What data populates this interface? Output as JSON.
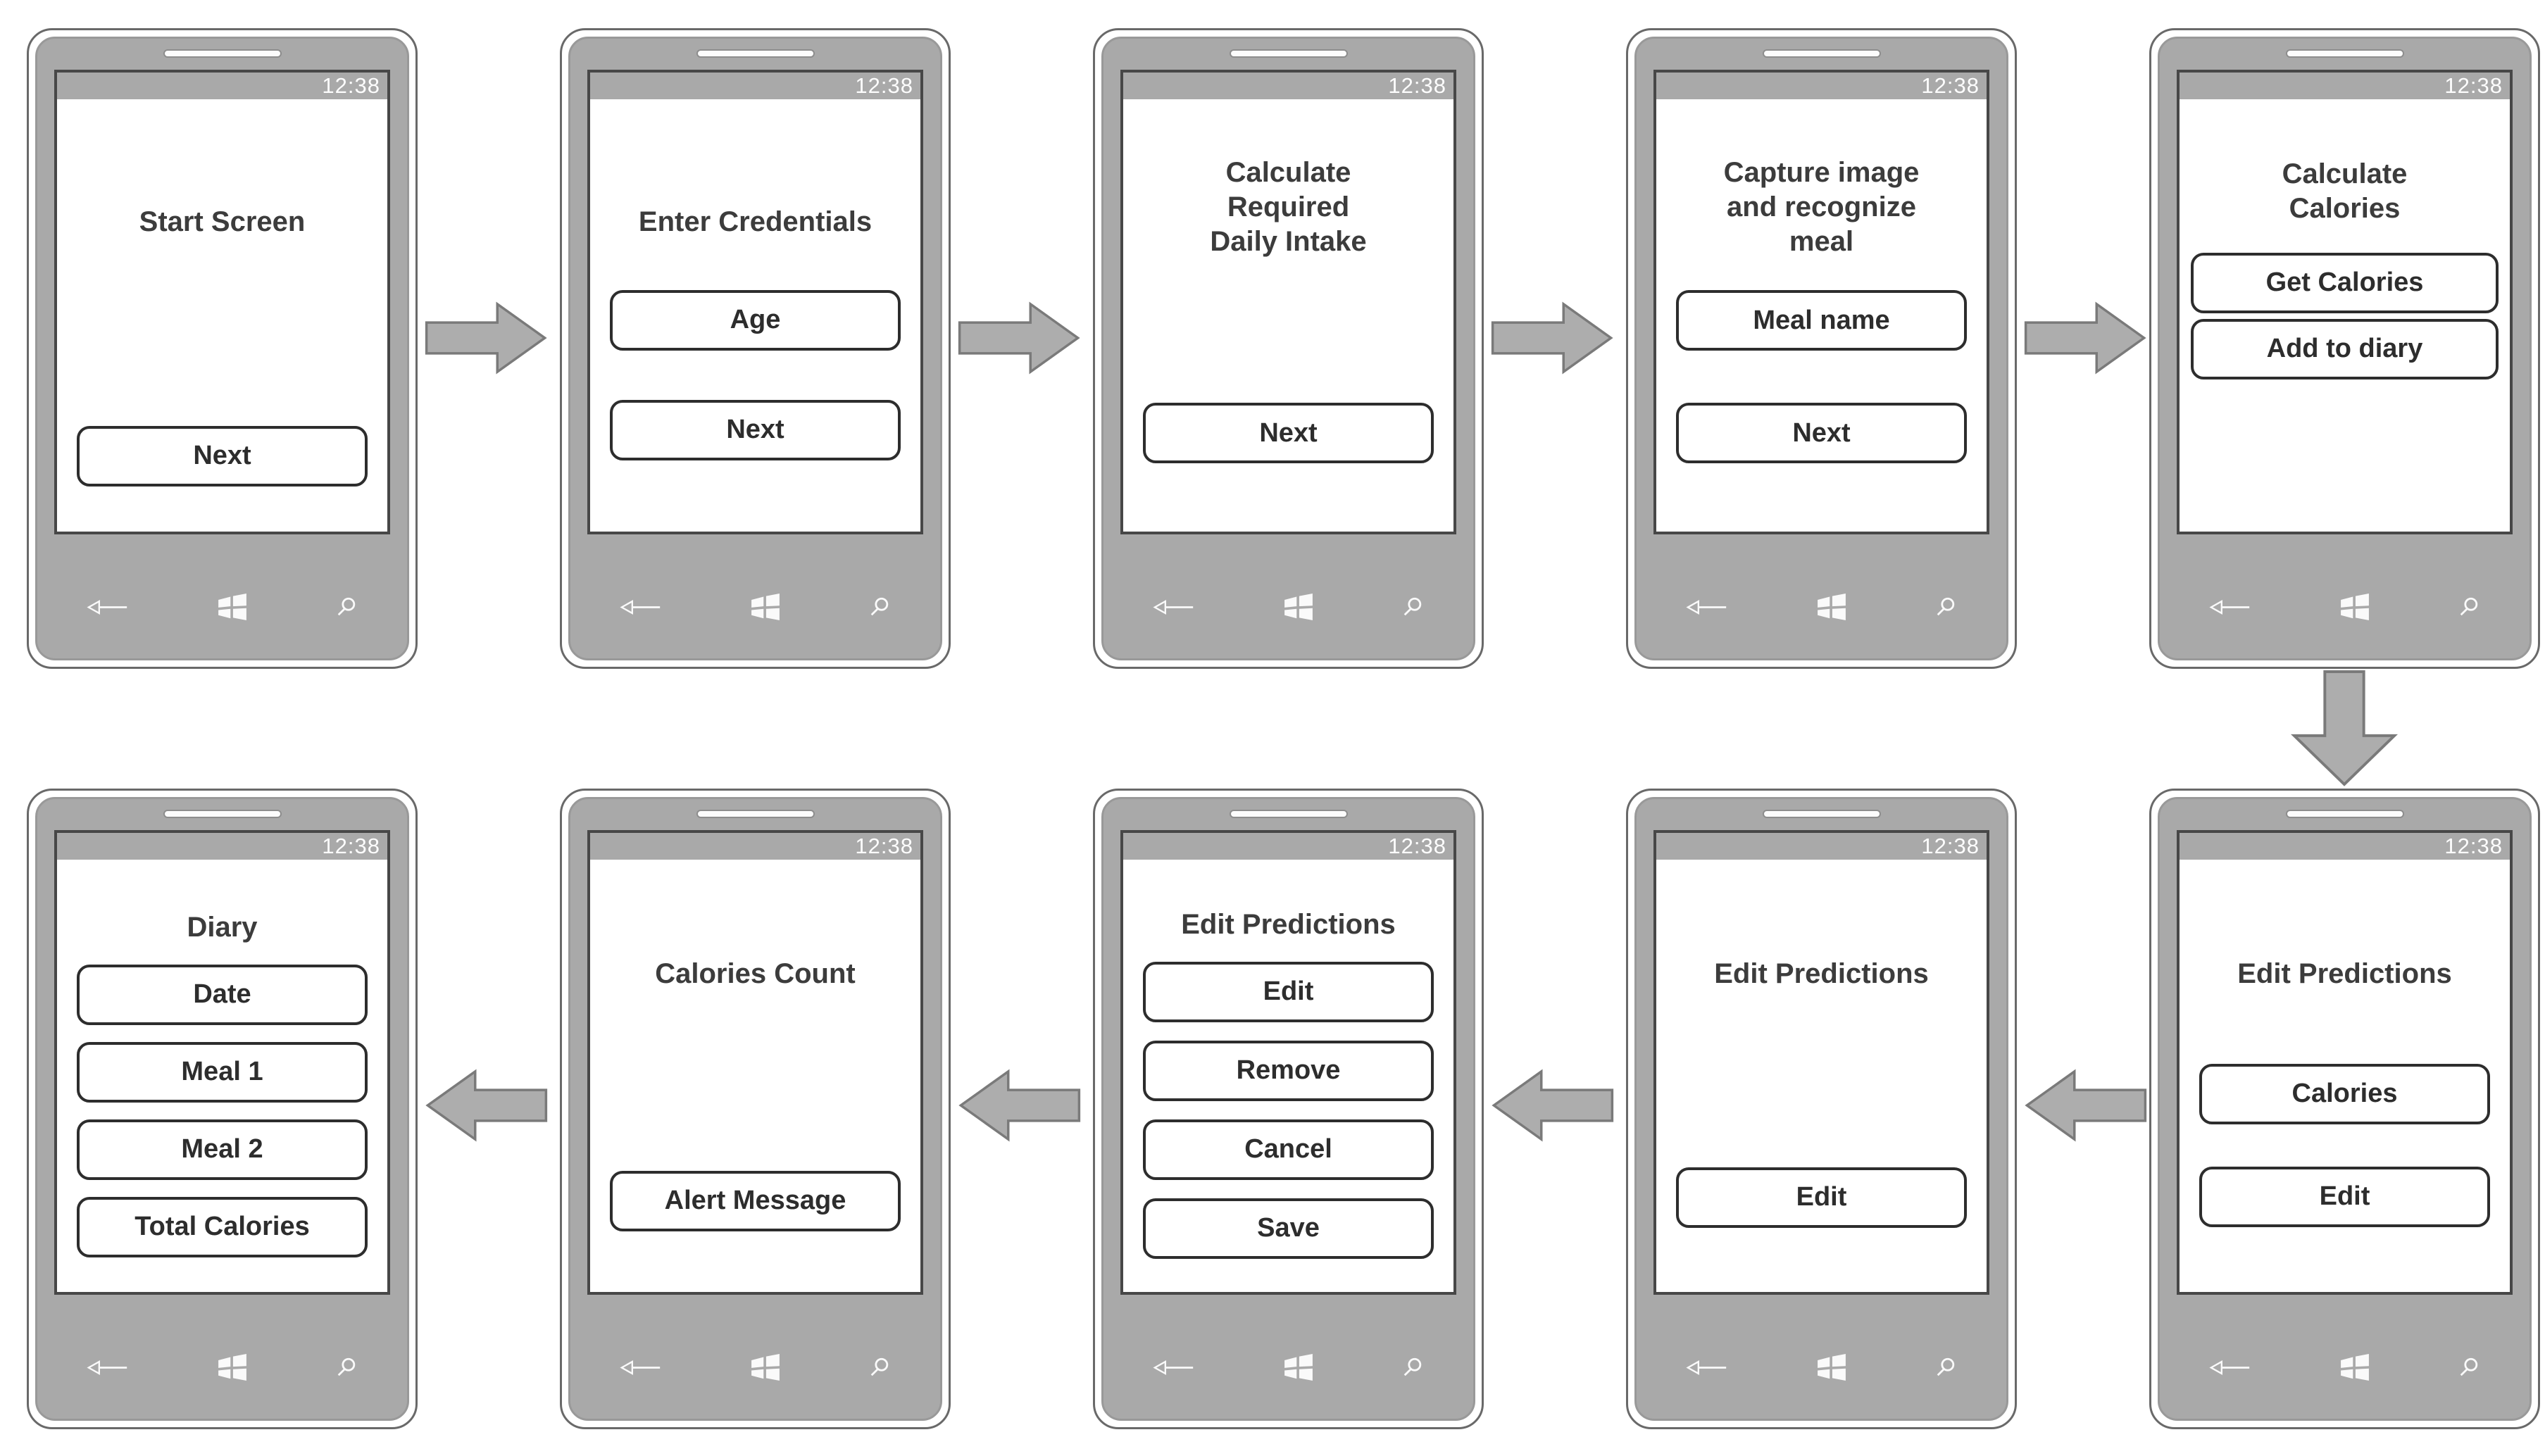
{
  "status_bar": {
    "time": "12:38"
  },
  "phones": [
    {
      "id": "start-screen",
      "title": "Start Screen",
      "buttons": [
        "Next"
      ]
    },
    {
      "id": "enter-credentials",
      "title": "Enter Credentials",
      "buttons": [
        "Age",
        "Next"
      ]
    },
    {
      "id": "calculate-required-daily-intake",
      "title": "Calculate\nRequired\nDaily Intake",
      "buttons": [
        "Next"
      ]
    },
    {
      "id": "capture-image-recognize-meal",
      "title": "Capture image\nand recognize\nmeal",
      "buttons": [
        "Meal name",
        "Next"
      ]
    },
    {
      "id": "calculate-calories",
      "title": "Calculate\nCalories",
      "buttons": [
        "Get Calories",
        "Add to diary"
      ]
    },
    {
      "id": "diary",
      "title": "Diary",
      "buttons": [
        "Date",
        "Meal 1",
        "Meal 2",
        "Total Calories"
      ]
    },
    {
      "id": "calories-count",
      "title": "Calories Count",
      "buttons": [
        "Alert Message"
      ]
    },
    {
      "id": "edit-predictions-actions",
      "title": "Edit Predictions",
      "buttons": [
        "Edit",
        "Remove",
        "Cancel",
        "Save"
      ]
    },
    {
      "id": "edit-predictions-edit",
      "title": "Edit Predictions",
      "buttons": [
        "Edit"
      ]
    },
    {
      "id": "edit-predictions-calories",
      "title": "Edit Predictions",
      "buttons": [
        "Calories",
        "Edit"
      ]
    }
  ],
  "flow": {
    "arrows": [
      {
        "from": "start-screen",
        "to": "enter-credentials",
        "direction": "right"
      },
      {
        "from": "enter-credentials",
        "to": "calculate-required-daily-intake",
        "direction": "right"
      },
      {
        "from": "calculate-required-daily-intake",
        "to": "capture-image-recognize-meal",
        "direction": "right"
      },
      {
        "from": "capture-image-recognize-meal",
        "to": "calculate-calories",
        "direction": "right"
      },
      {
        "from": "calculate-calories",
        "to": "edit-predictions-calories",
        "direction": "down"
      },
      {
        "from": "edit-predictions-calories",
        "to": "edit-predictions-edit",
        "direction": "left"
      },
      {
        "from": "edit-predictions-edit",
        "to": "edit-predictions-actions",
        "direction": "left"
      },
      {
        "from": "edit-predictions-actions",
        "to": "calories-count",
        "direction": "left"
      },
      {
        "from": "calories-count",
        "to": "diary",
        "direction": "left"
      }
    ]
  },
  "nav_bar": {
    "icons": [
      "back-icon",
      "windows-icon",
      "search-icon"
    ]
  },
  "colors": {
    "background": "#ffffff",
    "phone_body": "#a9a9a9",
    "phone_frame": "#696969",
    "screen_border": "#474747",
    "status_text": "#fdfdfd",
    "button_border": "#2d2d2d",
    "title_text": "#3c3c3c",
    "arrow_fill": "#adadad",
    "arrow_stroke": "#7a7a7a"
  }
}
